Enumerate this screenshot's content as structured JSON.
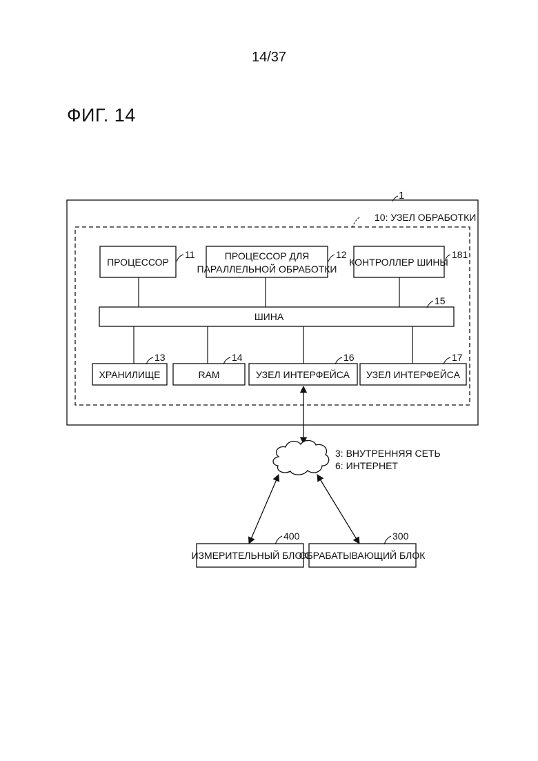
{
  "page_number": "14/37",
  "figure_title": "ФИГ. 14",
  "diagram": {
    "outer_ref": "1",
    "processing_unit_label": "10: УЗЕЛ ОБРАБОТКИ",
    "processor": {
      "label": "ПРОЦЕССОР",
      "ref": "11"
    },
    "parallel_processor": {
      "label_line1": "ПРОЦЕССОР ДЛЯ",
      "label_line2": "ПАРАЛЛЕЛЬНОЙ ОБРАБОТКИ",
      "ref": "12"
    },
    "bus_controller": {
      "label": "КОНТРОЛЛЕР ШИНЫ",
      "ref": "181"
    },
    "bus": {
      "label": "ШИНА",
      "ref": "15"
    },
    "storage": {
      "label": "ХРАНИЛИЩЕ",
      "ref": "13"
    },
    "ram": {
      "label": "RAM",
      "ref": "14"
    },
    "interface1": {
      "label": "УЗЕЛ ИНТЕРФЕЙСА",
      "ref": "16"
    },
    "interface2": {
      "label": "УЗЕЛ ИНТЕРФЕЙСА",
      "ref": "17"
    },
    "network_line1": "3: ВНУТРЕННЯЯ СЕТЬ",
    "network_line2": "6: ИНТЕРНЕТ",
    "measuring_unit": {
      "label": "ИЗМЕРИТЕЛЬНЫЙ БЛОК",
      "ref": "400"
    },
    "processing_block": {
      "label": "ОБРАБАТЫВАЮЩИЙ БЛОК",
      "ref": "300"
    }
  }
}
